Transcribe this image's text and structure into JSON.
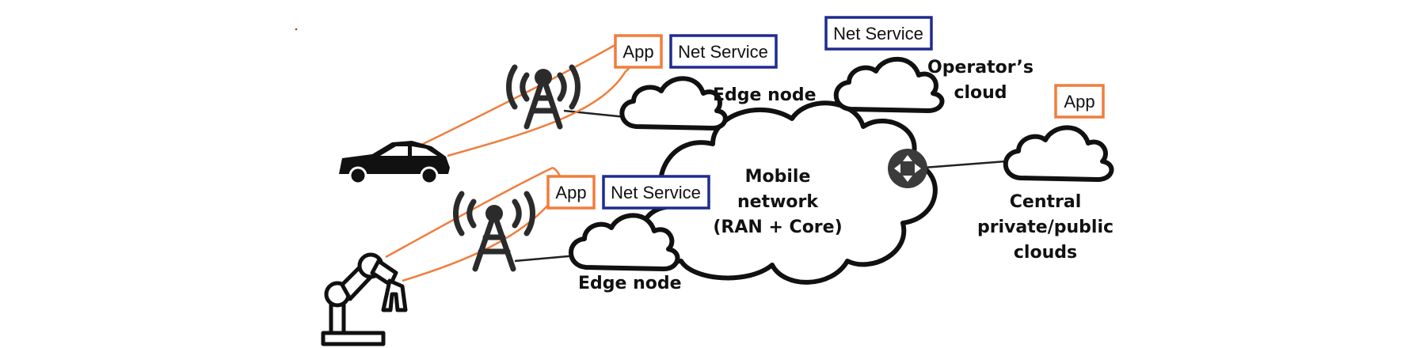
{
  "labels": {
    "edge_node_top": "Edge node",
    "edge_node_bottom": "Edge node",
    "operator_cloud_line1": "Operator’s",
    "operator_cloud_line2": "cloud",
    "mobile_line1": "Mobile",
    "mobile_line2": "network",
    "mobile_line3": "(RAN + Core)",
    "central_line1": "Central",
    "central_line2": "private/public",
    "central_line3": "clouds"
  },
  "boxes": {
    "app_top": "App",
    "net_service_top": "Net Service",
    "net_service_operator": "Net Service",
    "app_central": "App",
    "app_bottom": "App",
    "net_service_bottom": "Net Service"
  },
  "colors": {
    "app_border": "#f07d3c",
    "net_service_border": "#1f2c8f",
    "beam": "#f07d3c",
    "outline": "#111111"
  },
  "icons": [
    "antenna-tower-icon",
    "car-icon",
    "robot-arm-icon",
    "router-icon",
    "cloud-icon"
  ]
}
